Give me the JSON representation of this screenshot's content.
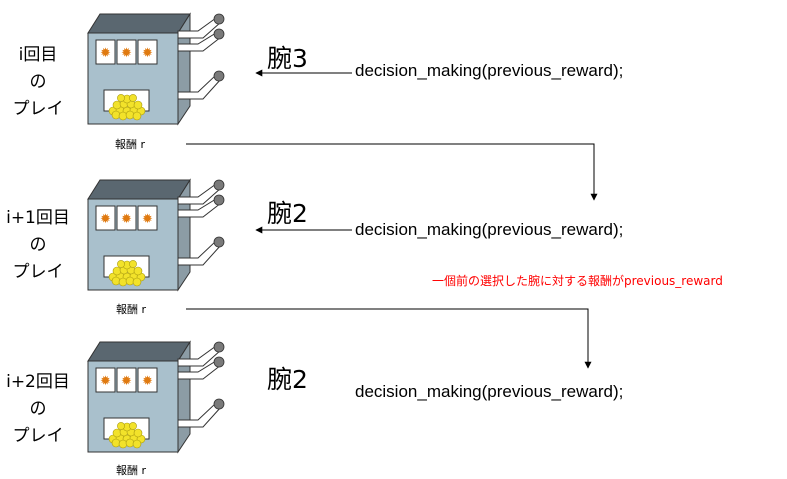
{
  "rows": [
    {
      "round_label": [
        "i回目",
        "の",
        "プレイ"
      ],
      "arm": "腕3",
      "arm_indicator": true,
      "code": "decision_making(previous_reward);",
      "reward": "報酬 r"
    },
    {
      "round_label": [
        "i+1回目",
        "の",
        "プレイ"
      ],
      "arm": "腕2",
      "arm_indicator": true,
      "code": "decision_making(previous_reward);",
      "reward": "報酬 r"
    },
    {
      "round_label": [
        "i+2回目",
        "の",
        "プレイ"
      ],
      "arm": "腕2",
      "arm_indicator": false,
      "code": "decision_making(previous_reward);",
      "reward": "報酬 r"
    }
  ],
  "note": "一個前の選択した腕に対する報酬がprevious_reward",
  "colors": {
    "cabinet_front": "#a9c0cc",
    "cabinet_top": "#5a6770",
    "cabinet_side": "#8c9ca5",
    "reel_icon": "#e07a10",
    "coins": "#f2e22a",
    "lever_ball": "#7a7a7a",
    "note": "#ff0000"
  }
}
